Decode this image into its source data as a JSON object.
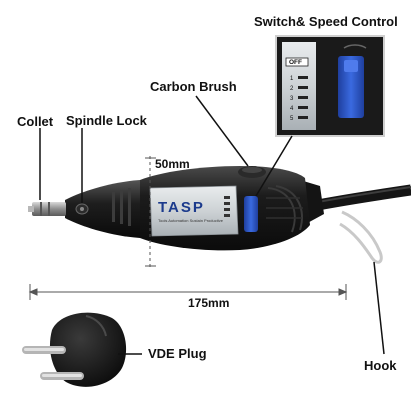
{
  "labels": {
    "switch_speed": "Switch& Speed Control",
    "carbon_brush": "Carbon Brush",
    "collet": "Collet",
    "spindle_lock": "Spindle Lock",
    "diameter": "50mm",
    "length": "175mm",
    "vde_plug": "VDE Plug",
    "hook": "Hook"
  },
  "brand": {
    "logo_text": "TASP",
    "tagline": "Tools Automation Sustain Productive"
  },
  "speed_switch": {
    "off_label": "OFF",
    "levels": [
      "1",
      "2",
      "3",
      "4",
      "5"
    ]
  },
  "colors": {
    "switch_blue": "#2a55c9",
    "body_black": "#1a1a1a",
    "panel_silver": "#cfd3d6",
    "dimension_line": "#555555"
  }
}
